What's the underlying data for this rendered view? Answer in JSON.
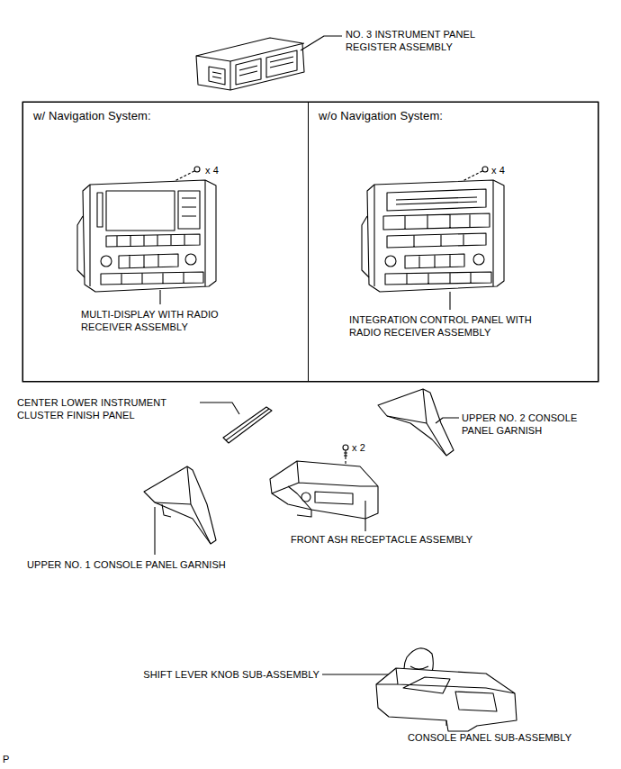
{
  "diagram": {
    "nodes": [
      {
        "text": [
          "w/ Navigation System:",
          "x 4",
          "MULTI-DISPLAY WITH RADIO RECEIVER ASSEMBLY"
        ]
      },
      {
        "text": [
          "w/o Navigation System:",
          "x 4",
          "INTEGRATION CONTROL PANEL WITH RADIO RECEIVER ASSEMBLY"
        ]
      }
    ],
    "edges": [],
    "labels": [
      "NO. 3 INSTRUMENT PANEL REGISTER ASSEMBLY",
      "CENTER LOWER INSTRUMENT CLUSTER FINISH PANEL",
      "UPPER NO. 2 CONSOLE PANEL GARNISH",
      "x 2",
      "FRONT ASH RECEPTACLE ASSEMBLY",
      "UPPER NO. 1 CONSOLE PANEL GARNISH",
      "SHIFT LEVER KNOB SUB-ASSEMBLY",
      "CONSOLE PANEL SUB-ASSEMBLY",
      "P"
    ]
  }
}
